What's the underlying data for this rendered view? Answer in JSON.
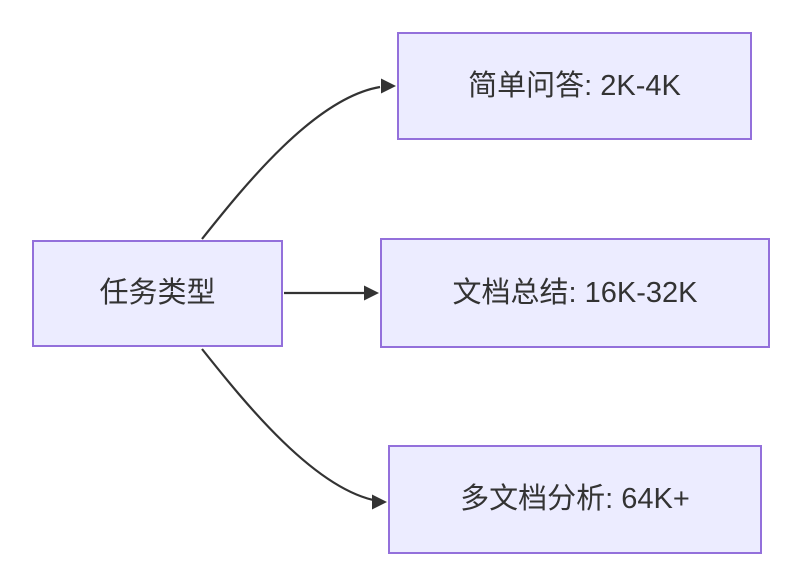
{
  "diagram": {
    "type": "flowchart-lr",
    "root": {
      "label": "任务类型"
    },
    "branches": [
      {
        "id": "simple-qa",
        "label": "简单问答: 2K-4K"
      },
      {
        "id": "doc-summary",
        "label": "文档总结: 16K-32K"
      },
      {
        "id": "multi-doc-analysis",
        "label": "多文档分析: 64K+"
      }
    ],
    "edges": [
      {
        "from": "任务类型",
        "to": "简单问答: 2K-4K"
      },
      {
        "from": "任务类型",
        "to": "文档总结: 16K-32K"
      },
      {
        "from": "任务类型",
        "to": "多文档分析: 64K+"
      }
    ],
    "colors": {
      "node_fill": "#ECECFF",
      "node_border": "#9370DB",
      "text": "#333333",
      "edge": "#333333",
      "background": "#FFFFFF"
    }
  }
}
